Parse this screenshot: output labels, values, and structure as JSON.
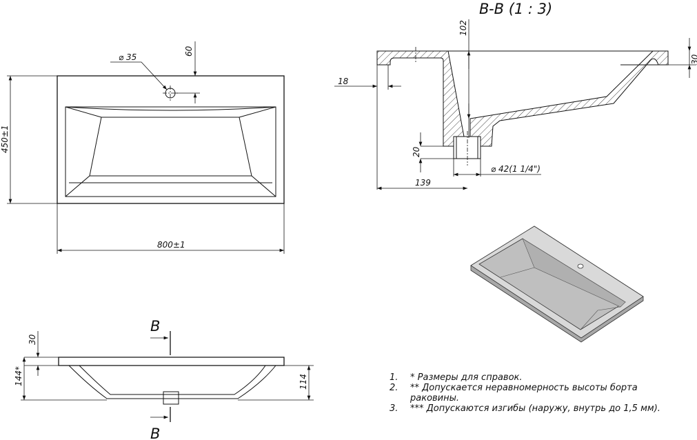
{
  "top_view": {
    "hole_label": "⌀ 35",
    "hole_offset": "60",
    "depth_label": "450±1",
    "width_label": "800±1"
  },
  "section": {
    "title": "B-B (1 : 3)",
    "dim_102": "102",
    "dim_30": "30",
    "dim_18": "18",
    "dim_20": "20",
    "drain_label": "⌀ 42(1 1/4\")",
    "dim_139": "139"
  },
  "front_view": {
    "cut_label_top": "B",
    "cut_label_bottom": "B",
    "dim_30": "30",
    "dim_144": "144*",
    "dim_114": "114"
  },
  "notes": [
    {
      "num": "1.",
      "text": "*  Размеры для справок."
    },
    {
      "num": "2.",
      "text": "** Допускается неравномерность высоты борта"
    },
    {
      "num": "",
      "text": "раковины."
    },
    {
      "num": "3.",
      "text": "*** Допускаются изгибы (наружу, внутрь до 1,5 мм)."
    }
  ],
  "colors": {
    "line": "#111111",
    "shade_light": "#d9d9d9",
    "shade_mid": "#bfbfbf",
    "shade_dark": "#a8a8a8"
  }
}
